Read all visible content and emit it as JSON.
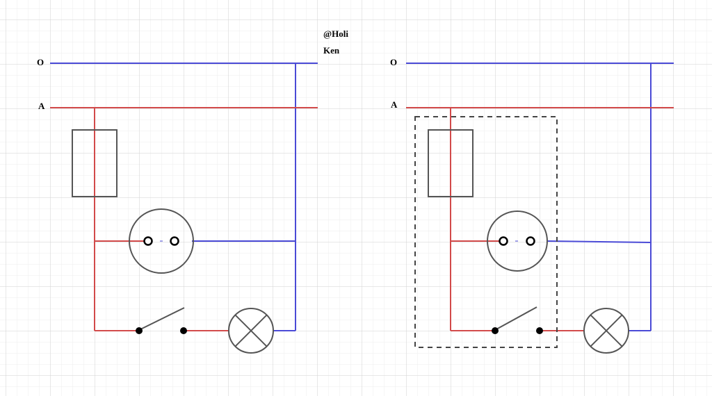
{
  "watermark": {
    "line1": "@Holi",
    "line2": "Ken"
  },
  "left_diagram": {
    "label_o": "O",
    "label_a": "A"
  },
  "right_diagram": {
    "label_o": "O",
    "label_a": "A"
  },
  "colors": {
    "neutral_wire": "#4a4ad6",
    "phase_wire": "#d24a4a",
    "component": "#555555",
    "grid_minor": "#ededed",
    "grid_major": "#d6d6d6",
    "dashed_box": "#444444"
  },
  "components": [
    "fuse",
    "socket-outlet",
    "switch",
    "lamp"
  ]
}
